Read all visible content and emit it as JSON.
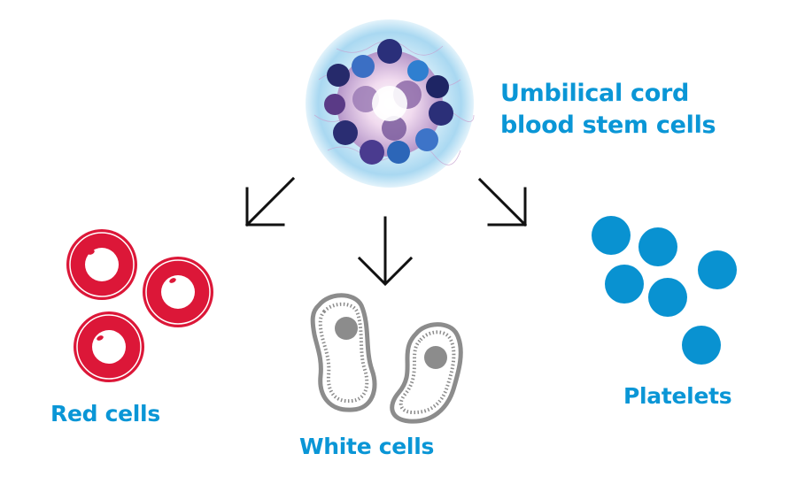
{
  "diagram": {
    "source": {
      "label_line1": "Umbilical cord",
      "label_line2": "blood stem cells",
      "icon": "stem-cell-sphere-icon"
    },
    "outputs": [
      {
        "label": "Red cells",
        "icon": "red-blood-cell-icon",
        "count": 3
      },
      {
        "label": "White cells",
        "icon": "white-blood-cell-icon",
        "count": 2
      },
      {
        "label": "Platelets",
        "icon": "platelet-icon",
        "count": 6
      }
    ],
    "colors": {
      "label": "#0a96d6",
      "red_cell": "#dc1738",
      "white_cell": "#8c8c8c",
      "platelet": "#0992d1",
      "arrow": "#111111"
    }
  }
}
